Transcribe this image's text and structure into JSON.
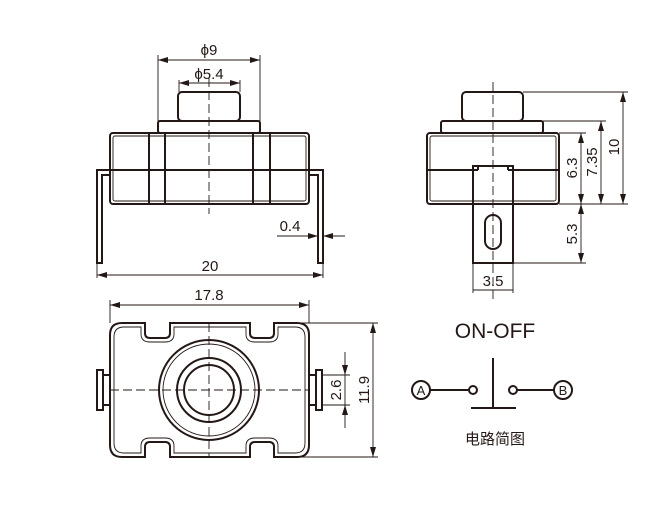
{
  "front_view": {
    "dim_outer_diameter": "ϕ9",
    "dim_button_diameter": "ϕ5.4",
    "dim_lead_thickness": "0.4",
    "dim_width": "20"
  },
  "side_view": {
    "dim_total_height": "10",
    "dim_flange_height": "7.35",
    "dim_body_height": "6.3",
    "dim_tab_length": "5.3",
    "dim_tab_width": "3.5"
  },
  "bottom_view": {
    "dim_length": "17.8",
    "dim_height": "11.9",
    "dim_tab_height": "2.6"
  },
  "circuit": {
    "title": "ON-OFF",
    "terminal_a": "A",
    "terminal_b": "B",
    "caption": "电路简图"
  },
  "colors": {
    "line": "#231815"
  }
}
